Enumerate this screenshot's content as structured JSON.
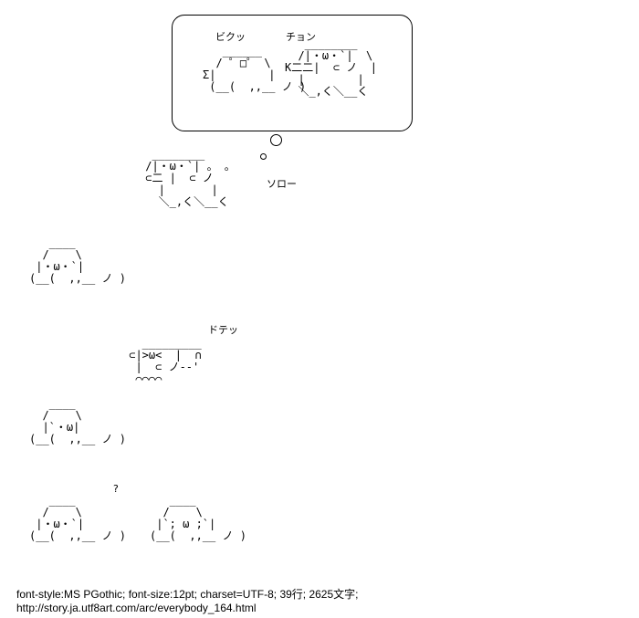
{
  "art": {
    "thought_left": "   ______\n  / ゜□゜ \\\nΣ|        |\n (__(  ,,__ ノ )",
    "thought_right": "   ________\n  /|・ω・`|  \\\nK二二|  ⊂ ノ  |\n  |        |\n  ＼_,く＼__く",
    "peek": "  ________\n /|・ω・`| 。 。\n ⊂二 |  ⊂ ノ\n   |       |\n   ＼_,く＼__く",
    "row3": "   ____\n  /    \\\n |・ω・`|\n(__(  ,,__ ノ )",
    "jump": "   _________\n ⊂|>ω<  |  ∩\n  |  ⊂ ノ--'\n  ⌒⌒⌒⌒",
    "row4_left": "   ____\n  /    \\\n  |`・ω|\n(__(  ,,__ ノ )",
    "row5_left": "   ____\n  /    \\\n |・ω・`|\n(__(  ,,__ ノ )",
    "row5_right": "   ____\n  /    \\\n |`; ω ;`|\n(__(  ,,__ ノ )"
  },
  "sfx": {
    "bikku": "ビクッ",
    "chon": "チョン",
    "soro": "ソロー",
    "dote": "ドテッ",
    "question": "?"
  },
  "footer": {
    "line1": "font-style:MS PGothic; font-size:12pt; charset=UTF-8; 39行; 2625文字;",
    "line2": "http://story.ja.utf8art.com/arc/everybody_164.html"
  }
}
